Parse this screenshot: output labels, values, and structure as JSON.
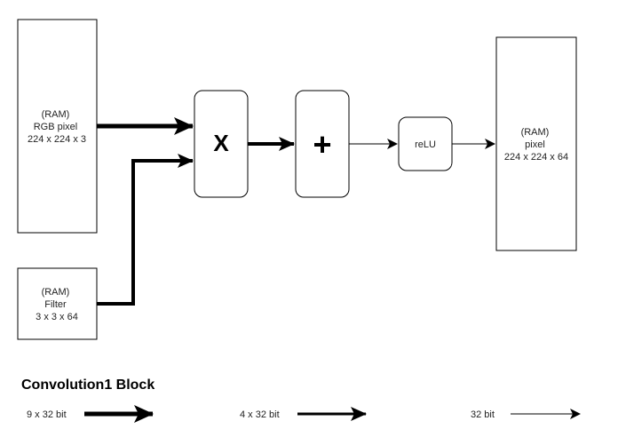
{
  "boxes": {
    "rgb_input": [
      "(RAM)",
      "RGB pixel",
      "224 x 224 x 3"
    ],
    "filter_input": [
      "(RAM)",
      "Filter",
      "3 x 3 x 64"
    ],
    "output": [
      "(RAM)",
      "pixel",
      "224 x 224 x 64"
    ]
  },
  "operators": {
    "multiply": "X",
    "add": "+",
    "relu": "reLU"
  },
  "title": "Convolution1 Block",
  "legend": [
    {
      "label": "9 x 32 bit"
    },
    {
      "label": "4 x 32 bit"
    },
    {
      "label": "32 bit"
    }
  ]
}
